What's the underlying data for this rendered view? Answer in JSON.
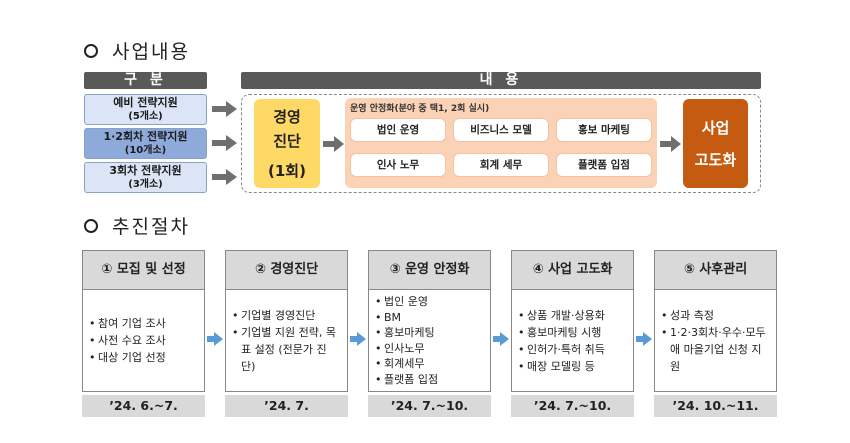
{
  "section1": {
    "title": "사업내용"
  },
  "section2": {
    "title": "추진절차"
  },
  "table_headers": {
    "left": "구 분",
    "right": "내 용"
  },
  "categories": [
    {
      "name": "예비 전략지원",
      "count": "(5개소)"
    },
    {
      "name": "1·2회차 전략지원",
      "count": "(10개소)"
    },
    {
      "name": "3회차 전략지원",
      "count": "(3개소)"
    }
  ],
  "diagnosis": {
    "line1": "경영",
    "line2": "진단",
    "line3": "(1회)"
  },
  "stabilization": {
    "title": "운영 안정화(분야 중 택1, 2회 실시)",
    "items": [
      "법인 운영",
      "비즈니스 모델",
      "홍보 마케팅",
      "인사 노무",
      "회계 세무",
      "플랫폼 입점"
    ]
  },
  "advancement": {
    "line1": "사업",
    "line2": "고도화"
  },
  "colors": {
    "yellow": "#ffd966",
    "peach": "#fbd2b5",
    "orange": "#c55a11",
    "blue_light": "#dbe5f5",
    "blue_mid": "#8eaadb",
    "arrow": "#5b9bd5"
  },
  "steps": [
    {
      "title": "① 모집 및 선정",
      "items": [
        "참여 기업 조사",
        "사전 수요 조사",
        "대상 기업 선정"
      ],
      "date": "’24. 6.~7."
    },
    {
      "title": "② 경영진단",
      "items": [
        "기업별 경영진단",
        "기업별 지원 전략, 목표 설정 (전문가 진단)"
      ],
      "date": "’24. 7."
    },
    {
      "title": "③ 운영 안정화",
      "items": [
        "법인 운영",
        "BM",
        "홍보마케팅",
        "인사노무",
        "회계세무",
        "플랫폼 입점"
      ],
      "date": "’24. 7.~10."
    },
    {
      "title": "④ 사업 고도화",
      "items": [
        "상품 개발·상용화",
        "홍보마케팅 시행",
        "인허가·특허 취득",
        "매장 모델링 등"
      ],
      "date": "’24. 7.~10."
    },
    {
      "title": "⑤ 사후관리",
      "items": [
        "성과 측정",
        "1·2·3회차·우수·모두애 마을기업 신청 지원"
      ],
      "date": "’24. 10.~11."
    }
  ]
}
